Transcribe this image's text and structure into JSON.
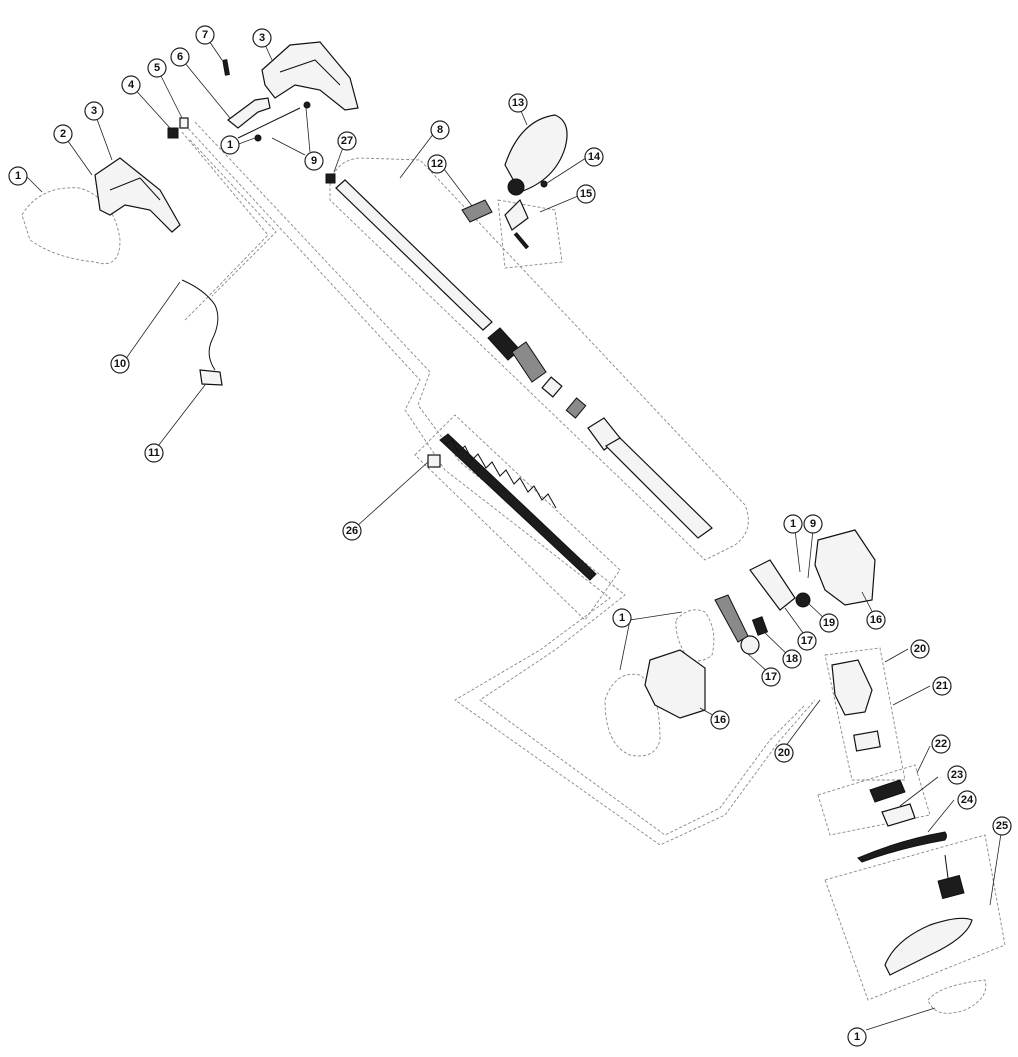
{
  "diagram": {
    "type": "exploded-parts-view",
    "callouts": [
      {
        "id": "c1a",
        "label": "1"
      },
      {
        "id": "c2",
        "label": "2"
      },
      {
        "id": "c3a",
        "label": "3"
      },
      {
        "id": "c4",
        "label": "4"
      },
      {
        "id": "c5",
        "label": "5"
      },
      {
        "id": "c6",
        "label": "6"
      },
      {
        "id": "c7",
        "label": "7"
      },
      {
        "id": "c3b",
        "label": "3"
      },
      {
        "id": "c1b",
        "label": "1"
      },
      {
        "id": "c9a",
        "label": "9"
      },
      {
        "id": "c27",
        "label": "27"
      },
      {
        "id": "c8",
        "label": "8"
      },
      {
        "id": "c12",
        "label": "12"
      },
      {
        "id": "c13",
        "label": "13"
      },
      {
        "id": "c14",
        "label": "14"
      },
      {
        "id": "c15",
        "label": "15"
      },
      {
        "id": "c10",
        "label": "10"
      },
      {
        "id": "c11",
        "label": "11"
      },
      {
        "id": "c26",
        "label": "26"
      },
      {
        "id": "c1c",
        "label": "1"
      },
      {
        "id": "c9b",
        "label": "9"
      },
      {
        "id": "c16a",
        "label": "16"
      },
      {
        "id": "c19",
        "label": "19"
      },
      {
        "id": "c17a",
        "label": "17"
      },
      {
        "id": "c18",
        "label": "18"
      },
      {
        "id": "c17b",
        "label": "17"
      },
      {
        "id": "c1d",
        "label": "1"
      },
      {
        "id": "c16b",
        "label": "16"
      },
      {
        "id": "c20a",
        "label": "20"
      },
      {
        "id": "c21",
        "label": "21"
      },
      {
        "id": "c20b",
        "label": "20"
      },
      {
        "id": "c22",
        "label": "22"
      },
      {
        "id": "c23",
        "label": "23"
      },
      {
        "id": "c24",
        "label": "24"
      },
      {
        "id": "c25",
        "label": "25"
      },
      {
        "id": "c1e",
        "label": "1"
      }
    ]
  }
}
